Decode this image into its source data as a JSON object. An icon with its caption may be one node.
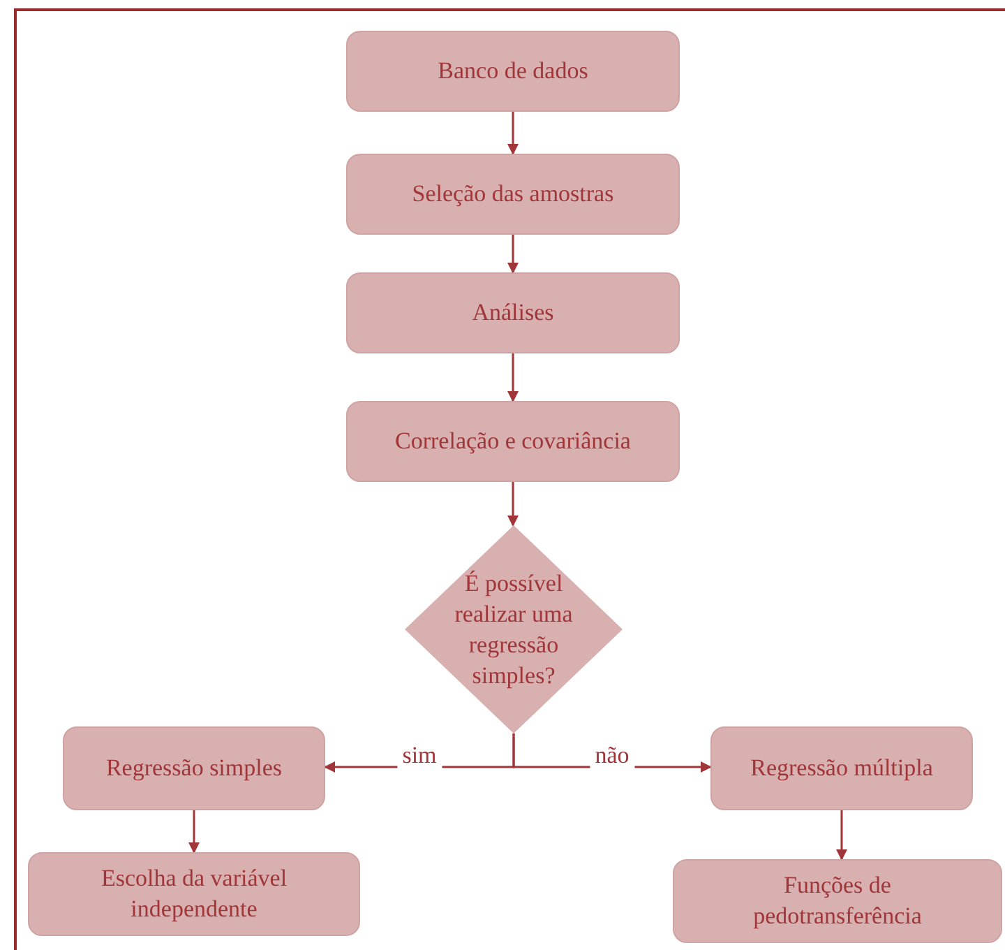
{
  "diagram": {
    "nodes": [
      {
        "text": [
          "Banco de dados"
        ]
      },
      {
        "text": [
          "Seleção das amostras"
        ]
      },
      {
        "text": [
          "Análises"
        ]
      },
      {
        "text": [
          "Correlação e covariância"
        ]
      },
      {
        "text": [
          "É possível realizar uma regressão simples?"
        ]
      },
      {
        "text": [
          "Regressão simples"
        ]
      },
      {
        "text": [
          "Regressão múltipla"
        ]
      },
      {
        "text": [
          "Escolha da variável independente"
        ]
      },
      {
        "text": [
          "Funções de pedotransferência"
        ]
      }
    ],
    "edges": [
      {
        "from": 0,
        "to": 1,
        "arrow": "to"
      },
      {
        "from": 1,
        "to": 2,
        "arrow": "to"
      },
      {
        "from": 2,
        "to": 3,
        "arrow": "to"
      },
      {
        "from": 3,
        "to": 4,
        "arrow": "to"
      },
      {
        "from": 4,
        "to": 5,
        "arrow": "to",
        "label": "sim"
      },
      {
        "from": 4,
        "to": 6,
        "arrow": "to",
        "label": "não"
      },
      {
        "from": 5,
        "to": 7,
        "arrow": "to"
      },
      {
        "from": 6,
        "to": 8,
        "arrow": "to"
      }
    ]
  }
}
